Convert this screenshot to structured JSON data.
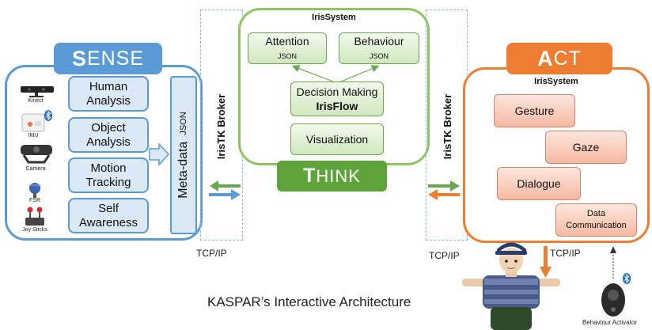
{
  "sense": {
    "header_initial": "S",
    "header_rest": "ENSE",
    "modules": [
      "Human Analysis",
      "Object Analysis",
      "Motion Tracking",
      "Self Awareness"
    ],
    "meta_label": "Meta-data",
    "meta_sub": "JSON",
    "devices": [
      "Kinect",
      "IMU",
      "Camera",
      "FSR",
      "Joy Sticks"
    ]
  },
  "broker_left": {
    "label": "IrisTK Broker",
    "protocol": "TCP/IP"
  },
  "think": {
    "title": "IrisSystem",
    "attention": {
      "label": "Attention",
      "format": "JSON"
    },
    "behaviour": {
      "label": "Behaviour",
      "format": "JSON"
    },
    "decision": {
      "label": "Decision Making",
      "sub": "IrisFlow"
    },
    "visualization": "Visualization",
    "header_initial": "T",
    "header_rest": "HINK"
  },
  "broker_right": {
    "label": "IrisTK Broker",
    "protocol": "TCP/IP"
  },
  "act": {
    "header_initial": "A",
    "header_rest": "CT",
    "title": "IrisSystem",
    "modules": [
      "Gesture",
      "Gaze",
      "Dialogue",
      "Data Communication"
    ]
  },
  "robot_link_label": "TCP/IP",
  "activator_label": "Behaviour Activator",
  "main_title": "KASPAR’s Interactive Architecture",
  "colors": {
    "sense": "#5b9bd5",
    "think": "#8dc55f",
    "think_header": "#5fa43b",
    "act": "#ed7d31",
    "arrow_green": "#6aa84f",
    "arrow_blue": "#5b9bd5",
    "arrow_orange": "#ed7d31"
  }
}
